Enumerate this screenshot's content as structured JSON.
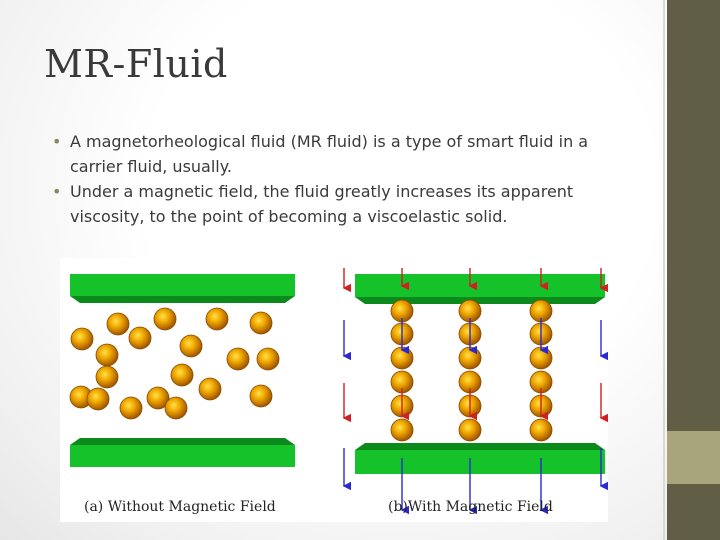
{
  "slide": {
    "title": "MR-Fluid",
    "bullets": [
      "A magnetorheological fluid (MR fluid) is a type of smart fluid in a carrier fluid, usually.",
      "Under a magnetic field, the fluid greatly increases its apparent viscosity, to the point of becoming a viscoelastic solid."
    ]
  },
  "figure": {
    "caption_a": "(a) Without Magnetic Field",
    "caption_b": "(b)With Magnetic Field",
    "colors": {
      "plate": "#16c22a",
      "particle": "#d88a00",
      "arrow_blue": "#2a2ad0",
      "arrow_red": "#d02020",
      "side_panel": "#605e44",
      "side_accent": "#a8a57c"
    }
  }
}
